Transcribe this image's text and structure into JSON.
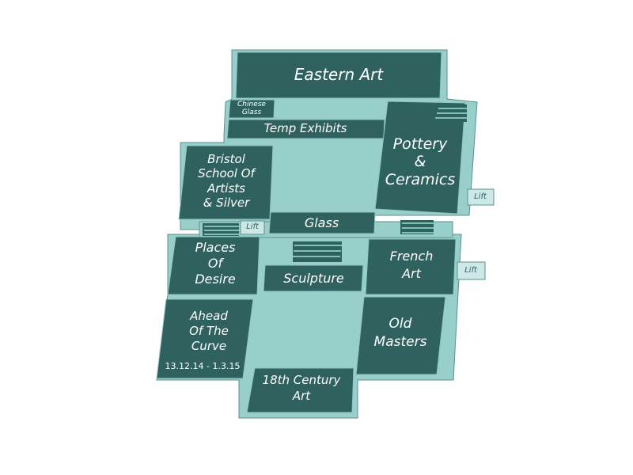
{
  "rooms": {
    "eastern_art": "Eastern Art",
    "chinese_glass": [
      "Chinese",
      "Glass"
    ],
    "temp_exhibits": "Temp Exhibits",
    "pottery": [
      "Pottery",
      "&",
      "Ceramics"
    ],
    "bristol": [
      "Bristol",
      "School Of",
      "Artists",
      "& Silver"
    ],
    "glass": "Glass",
    "places_of_desire": [
      "Places",
      "Of",
      "Desire"
    ],
    "sculpture": "Sculpture",
    "french_art": [
      "French",
      "Art"
    ],
    "ahead_of_curve": [
      "Ahead",
      "Of The",
      "Curve"
    ],
    "ahead_dates": "13.12.14 - 1.3.15",
    "old_masters": [
      "Old",
      "Masters"
    ],
    "century_art": [
      "18th Century",
      "Art"
    ]
  },
  "lifts": {
    "lift_1": "Lift",
    "lift_2": "Lift",
    "lift_3": "Lift"
  },
  "colors": {
    "floor": "#99cfcb",
    "room": "#2f625f",
    "lift": "#cde8e6",
    "text": "#ffffff"
  }
}
